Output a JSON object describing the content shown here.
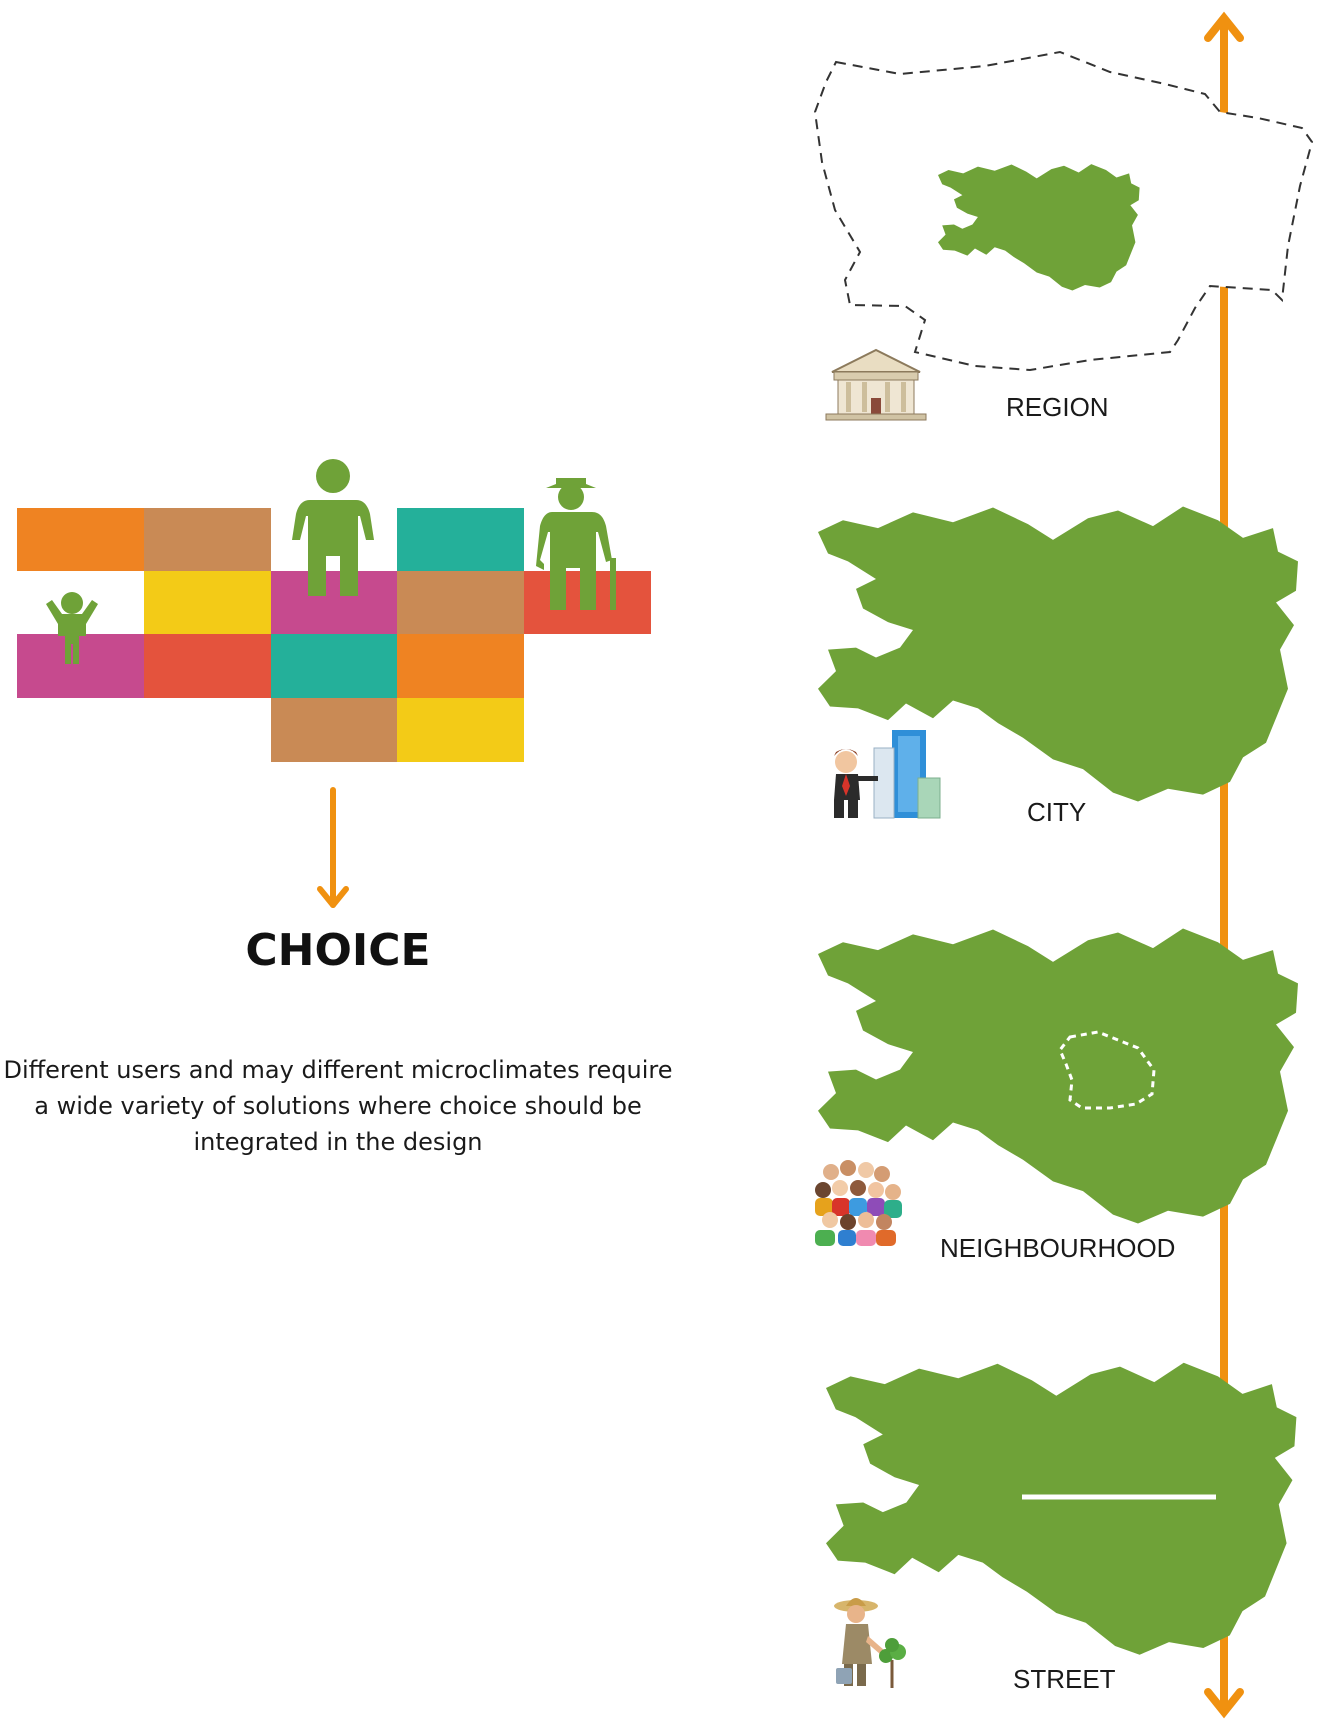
{
  "left_panel": {
    "title": "CHOICE",
    "description_lines": [
      "Different users and may different microclimates require",
      "a wide variety of solutions where choice should be",
      "integrated in the design"
    ],
    "grid_colors": {
      "orange": "#EF8322",
      "tan": "#C98A55",
      "teal": "#24B09A",
      "magenta": "#C64A8E",
      "yellow": "#F3CB17",
      "red": "#E4533D"
    },
    "figures": [
      "child-icon",
      "adult-icon",
      "elderly-man-icon"
    ],
    "arrow_color": "#F09110"
  },
  "scale_panel": {
    "axis_color": "#F09110",
    "land_color": "#6FA238",
    "levels": [
      {
        "label": "REGION",
        "icon": "town-hall-icon"
      },
      {
        "label": "CITY",
        "icon": "businessman-buildings-icon"
      },
      {
        "label": "NEIGHBOURHOOD",
        "icon": "crowd-icon"
      },
      {
        "label": "STREET",
        "icon": "gardener-icon"
      }
    ]
  }
}
